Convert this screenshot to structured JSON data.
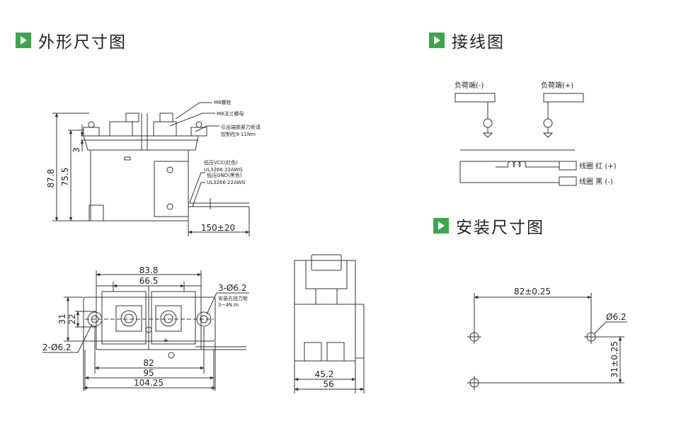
{
  "sections": {
    "outline": "外形尺寸图",
    "wiring": "接线图",
    "mounting": "安装尺寸图"
  },
  "colors": {
    "accent": "#3aa84a",
    "line": "#333333"
  },
  "icons": [
    "play-triangle-icon"
  ],
  "side_view": {
    "height_total": "87.8",
    "height_body": "75.5",
    "height_small": "3",
    "lead_length": "150±20",
    "notes": {
      "bolt": "M8螺栓",
      "nut": "M8法兰螺母",
      "torque_line1": "引出端锁紧力矩请",
      "torque_line2": "控制在9-11Nm",
      "lv_vcc_1": "低压VCC(红色)",
      "lv_vcc_2": "UL3266 22AWG",
      "lv_gnd_1": "低压GND(黑色)",
      "lv_gnd_2": "UL3266 22AWG"
    }
  },
  "front_view": {
    "w_83": "83.8",
    "w_66": "66.5",
    "w_82": "82",
    "w_95": "95",
    "w_104": "104.25",
    "h_31": "31",
    "h_22": "22",
    "holes_3": "3-Ø6.2",
    "holes_2": "2-Ø6.2",
    "torque_1": "安装孔扭力矩",
    "torque_2": "3~4N.m",
    "plus": "+"
  },
  "end_view": {
    "w_45": "45.2",
    "w_56": "56"
  },
  "wiring": {
    "load_neg": "负荷端(-)",
    "load_pos": "负荷端(+)",
    "coil_red": "线圈 红 (+)",
    "coil_black": "线圈 黑 (-)"
  },
  "mounting": {
    "span": "82±0.25",
    "hole": "Ø6.2",
    "pitch": "31±0.25"
  }
}
